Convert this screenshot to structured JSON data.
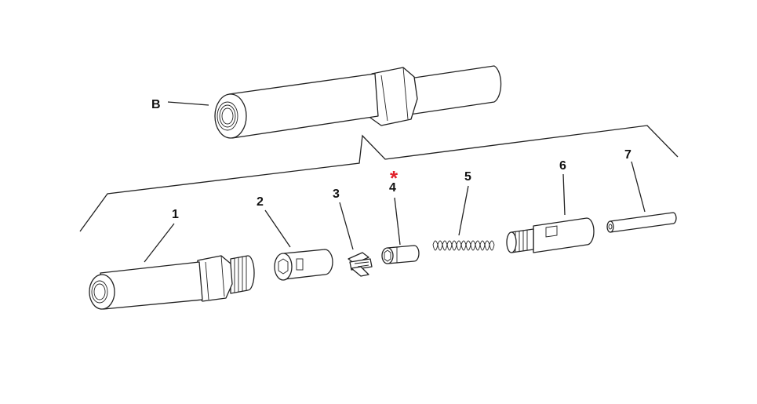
{
  "labels": {
    "assembly": "B",
    "p1": "1",
    "p2": "2",
    "p3": "3",
    "p4": "4",
    "p5": "5",
    "p6": "6",
    "p7": "7"
  },
  "marker": {
    "symbol": "*",
    "color": "#e1212b"
  }
}
